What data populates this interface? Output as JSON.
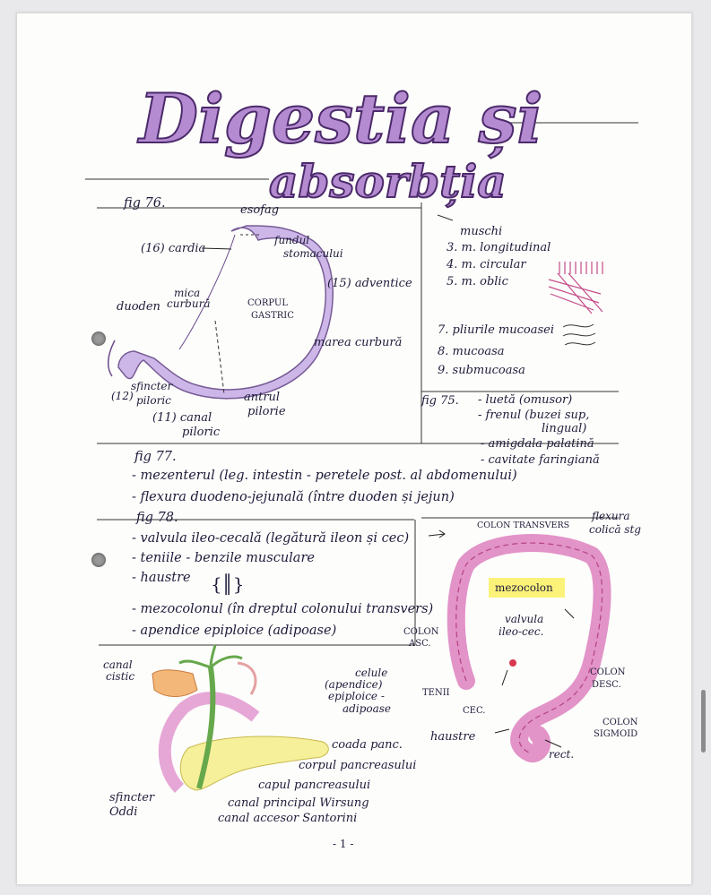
{
  "title": {
    "line1": "Digestia și",
    "line2": "absorbția"
  },
  "fig76": {
    "label": "fig 76.",
    "esofag": "esofag",
    "fundul": "fundul",
    "stomacului": "stomacului",
    "cardia": "(16) cardia",
    "adventice": "(15) adventice",
    "mica": "mica",
    "curbura": "curbură",
    "duoden": "duoden",
    "corpul": "CORPUL",
    "gastric": "GASTRIC",
    "marea_curbura": "marea curbură",
    "sfincter": "sfincter",
    "piloric": "piloric",
    "n12": "(12)",
    "antrul": "antrul",
    "pilorie": "pilorie",
    "canal_line1": "(11) canal",
    "canal_line2": "piloric"
  },
  "muschi": {
    "title": "muschi",
    "items": [
      "3. m. longitudinal",
      "4. m. circular",
      "5. m. oblic"
    ],
    "layers": [
      "7. pliurile mucoasei",
      "8. mucoasa",
      "9. submucoasa"
    ]
  },
  "fig75": {
    "label": "fig 75.",
    "items": [
      "- luetă (omusor)",
      "- frenul (buzei sup,",
      "lingual)",
      "- amigdala palatină",
      "- cavitate faringiană"
    ]
  },
  "fig77": {
    "label": "fig 77.",
    "items": [
      "- mezenterul (leg. intestin - peretele post. al abdomenului)",
      "- flexura duodeno-jejunală (între duoden și jejun)"
    ]
  },
  "fig78": {
    "label": "fig 78.",
    "items": [
      "- valvula ileo-cecală (legătură ileon și cec)",
      "- teniile - benzile musculare",
      "- haustre",
      "- mezocolonul (în dreptul colonului transvers)",
      "- apendice epiploice (adipoase)"
    ]
  },
  "colon": {
    "transvers": "COLON TRANSVERS",
    "flexura1": "flexura",
    "flexura2": "colică stg",
    "mezocolon": "mezocolon",
    "valvula1": "valvula",
    "valvula2": "ileo-cec.",
    "asc1": "COLON",
    "asc2": "ASC.",
    "desc1": "COLON",
    "desc2": "DESC.",
    "sig1": "COLON",
    "sig2": "SIGMOID",
    "tenii": "TENII",
    "cec": "CEC.",
    "haustre": "haustre",
    "rect": "rect.",
    "celule1": "celule",
    "celule2": "(apendice)",
    "celule3": "epiploice -",
    "celule4": "adipoase"
  },
  "pancreas": {
    "canal_cistic1": "canal",
    "canal_cistic2": "cistic",
    "coada": "coada panc.",
    "corpul": "corpul pancreasului",
    "capul": "capul pancreasului",
    "wirsung": "canal principal Wirsung",
    "santorini": "canal accesor Santorini",
    "sfincter1": "sfincter",
    "sfincter2": "Oddi"
  },
  "page_number": "- 1 -"
}
